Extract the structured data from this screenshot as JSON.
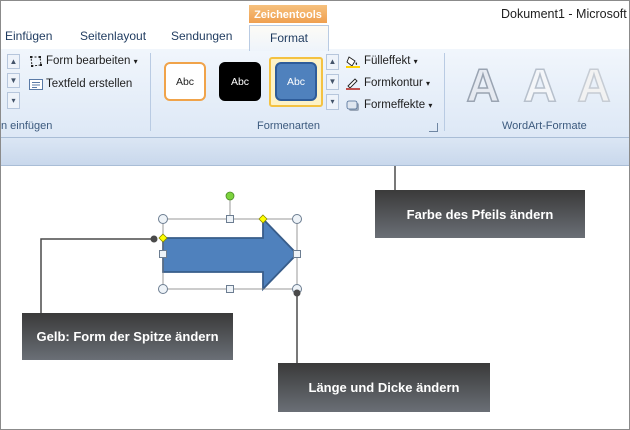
{
  "window": {
    "title": "Dokument1 - Microsoft",
    "context_tab_header": "Zeichentools"
  },
  "tabs": [
    {
      "label": "Einfügen"
    },
    {
      "label": "Seitenlayout"
    },
    {
      "label": "Sendungen"
    },
    {
      "label": "Format",
      "active": true
    }
  ],
  "ribbon": {
    "insert_group": {
      "label": "n einfügen",
      "commands": [
        {
          "label": "Form bearbeiten",
          "icon": "edit-shape-icon",
          "has_dropdown": true
        },
        {
          "label": "Textfeld erstellen",
          "icon": "textbox-icon"
        }
      ]
    },
    "shape_styles": {
      "label": "Formenarten",
      "swatches": [
        {
          "text": "Abc",
          "fill": "#ffffff",
          "border": "#f0a34a",
          "text_color": "#1e1e1e"
        },
        {
          "text": "Abc",
          "fill": "#000000",
          "border": "#000000",
          "text_color": "#ffffff"
        },
        {
          "text": "Abc",
          "fill": "#4f81bd",
          "border": "#2e5c9a",
          "text_color": "#ffffff",
          "selected": true
        }
      ],
      "commands": [
        {
          "label": "Fülleffekt",
          "icon": "paint-bucket-icon"
        },
        {
          "label": "Formkontur",
          "icon": "pen-outline-icon"
        },
        {
          "label": "Formeffekte",
          "icon": "shape-effects-icon"
        }
      ]
    },
    "wordart": {
      "label": "WordArt-Formate",
      "samples": [
        "A",
        "A",
        "A"
      ]
    }
  },
  "canvas": {
    "shape": "block-arrow-right",
    "shape_fill": "#4f81bd",
    "shape_outline": "#385d8a",
    "handle_adjust_color": "#ffff00",
    "handle_rotate_color": "#7cd33e"
  },
  "callouts": [
    {
      "text": "Farbe des Pfeils ändern"
    },
    {
      "text": "Gelb: Form der Spitze ändern"
    },
    {
      "text": "Länge und Dicke ändern"
    }
  ]
}
